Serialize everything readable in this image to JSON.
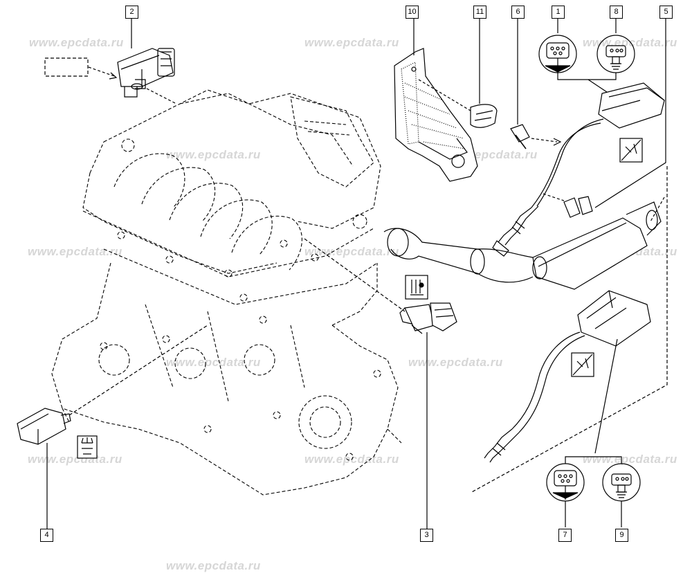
{
  "watermark_text": "www.epcdata.ru",
  "callouts": {
    "c1": "1",
    "c2": "2",
    "c3": "3",
    "c4": "4",
    "c5": "5",
    "c6": "6",
    "c7": "7",
    "c8": "8",
    "c9": "9",
    "c10": "10",
    "c11": "11"
  },
  "icons": [
    "engine-block-icon",
    "map-sensor-icon",
    "coolant-temp-sensor-icon",
    "knock-sensor-icon",
    "oxygen-sensor-icon",
    "connector-icon",
    "no-service-symbol-icon",
    "temperature-symbol-icon",
    "knock-symbol-icon"
  ],
  "colors": {
    "line": "#000000",
    "watermark": "#d6d6d6",
    "background": "#ffffff"
  }
}
